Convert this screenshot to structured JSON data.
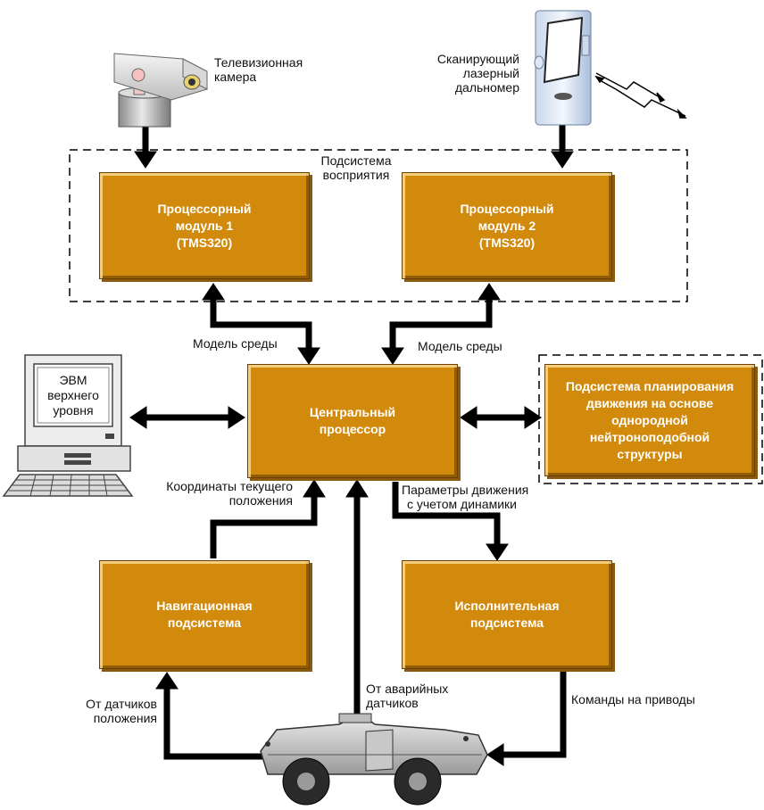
{
  "labels": {
    "tv_camera": [
      "Телевизионная",
      "камера"
    ],
    "laser": [
      "Сканирующий",
      "лазерный",
      "дальномер"
    ],
    "perception": [
      "Подсистема",
      "восприятия"
    ],
    "env_model_left": "Модель среды",
    "env_model_right": "Модель среды",
    "coords": [
      "Координаты текущего",
      "положения"
    ],
    "motion_params": [
      "Параметры движения",
      "с учетом динамики"
    ],
    "from_position_sensors": [
      "От датчиков",
      "положения"
    ],
    "from_emergency_sensors": [
      "От аварийных",
      "датчиков"
    ],
    "drive_commands": "Команды на приводы"
  },
  "computer": [
    "ЭВМ",
    "верхнего",
    "уровня"
  ],
  "boxes": {
    "proc1": [
      "Процессорный",
      "модуль 1",
      "(TMS320)"
    ],
    "proc2": [
      "Процессорный",
      "модуль 2",
      "(TMS320)"
    ],
    "cpu": [
      "Центральный",
      "процессор"
    ],
    "planning": [
      "Подсистема планирования",
      "движения на основе",
      "однородной",
      "нейтроноподобной",
      "структуры"
    ],
    "nav": [
      "Навигационная",
      "подсистема"
    ],
    "exec": [
      "Исполнительная",
      "подсистема"
    ]
  },
  "colors": {
    "box_fill": "#d18a0c",
    "box_text": "#ffffff",
    "arrow": "#000000"
  },
  "icons": [
    "tv-camera-icon",
    "laser-rangefinder-icon",
    "computer-icon",
    "armored-vehicle-icon",
    "laser-beam-icon"
  ]
}
